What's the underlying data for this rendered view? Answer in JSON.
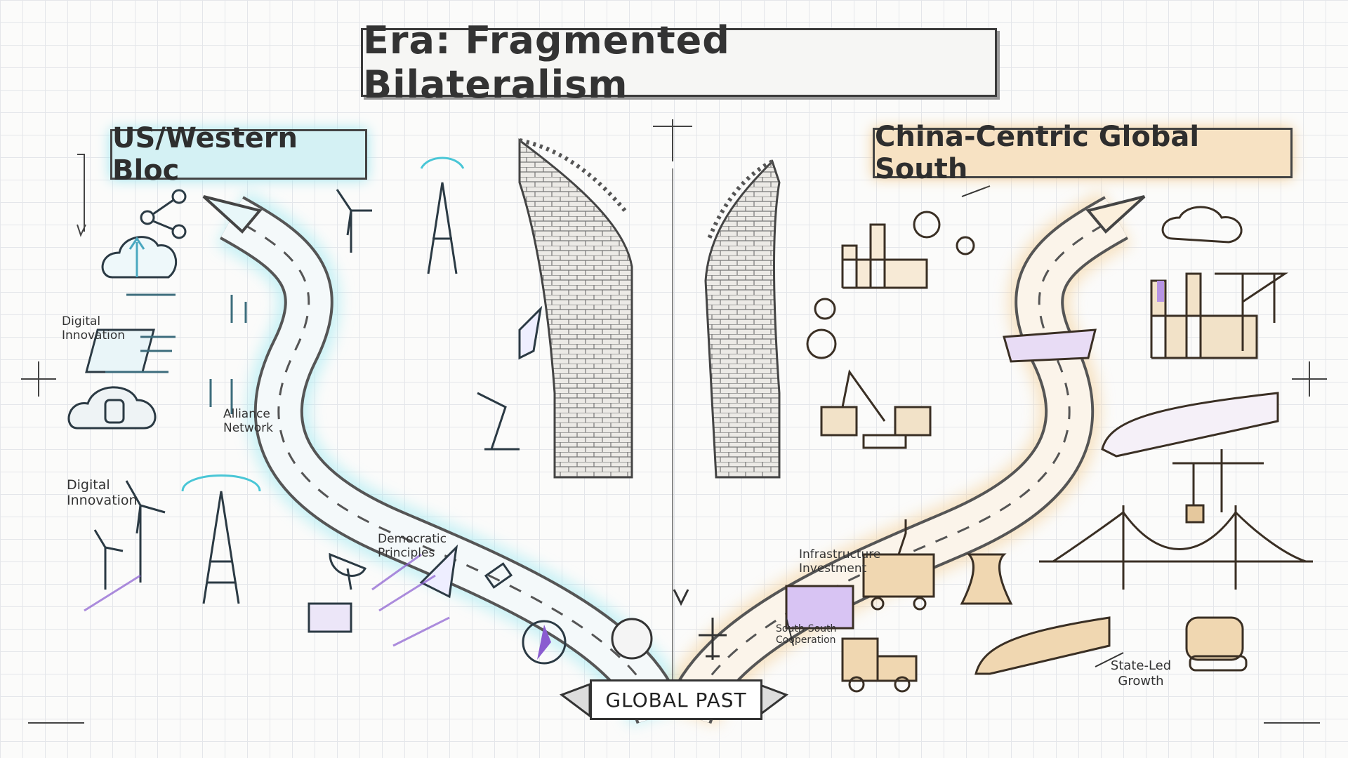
{
  "title": "Era: Fragmented Bilateralism",
  "blocs": {
    "west": {
      "label": "US/Western Bloc",
      "accent": "#7fdcea"
    },
    "south": {
      "label": "China-Centric Global South",
      "accent": "#f0c583"
    }
  },
  "labels": {
    "digital_innovation_1": "Digital Innovation",
    "alliance_network": "Alliance Network",
    "digital_innovation_2": "Digital Innovation",
    "democratic_principles": "Democratic Principles",
    "infrastructure_investment": "Infrastructure Investment",
    "south_south_cooperation": "South-South Cooperation",
    "state_led_growth": "State-Led Growth"
  },
  "origin_banner": "GLOBAL PAST",
  "colors": {
    "ink": "#333333",
    "purple": "#8a5cd0",
    "grid": "#e4e6ea"
  }
}
